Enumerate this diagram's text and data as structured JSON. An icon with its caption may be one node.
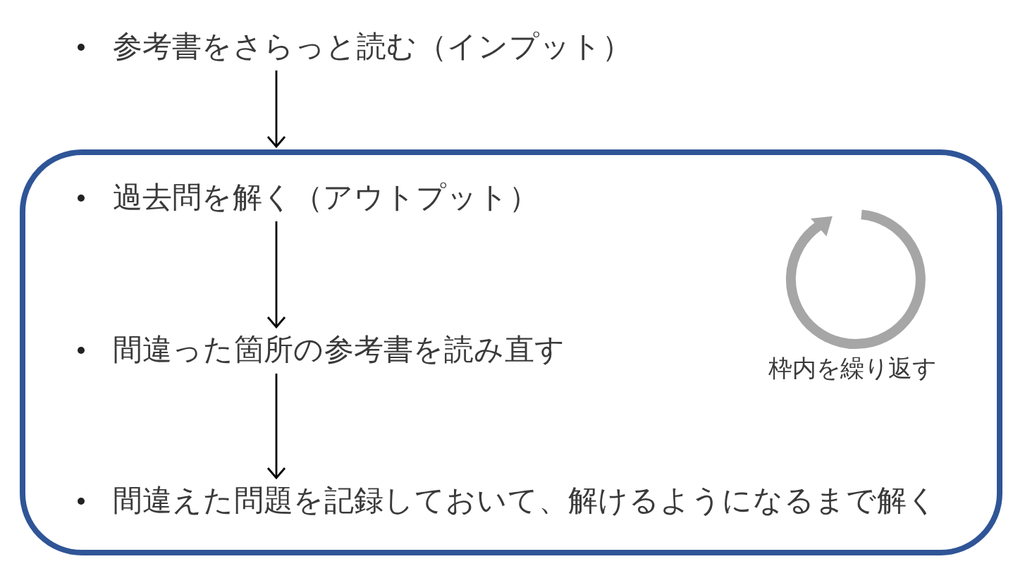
{
  "diagram": {
    "nodes": [
      {
        "text": [
          "参考書をさらっと読む（インプット）"
        ]
      },
      {
        "text": [],
        "shape": "box"
      },
      {
        "text": [
          "過去問を解く（アウトプット）"
        ],
        "in": 1
      },
      {
        "text": [
          "間違った箇所の参考書を読み直す"
        ],
        "in": 1
      },
      {
        "text": [
          "間違えた問題を記録しておいて、解けるようになるまで解く"
        ],
        "in": 1
      }
    ],
    "edges": [
      {
        "from": 0,
        "to": 1,
        "arrow": "to"
      },
      {
        "from": 2,
        "to": 3,
        "arrow": "to"
      },
      {
        "from": 3,
        "to": 4,
        "arrow": "to"
      }
    ],
    "labels": [
      "枠内を繰り返す"
    ]
  }
}
